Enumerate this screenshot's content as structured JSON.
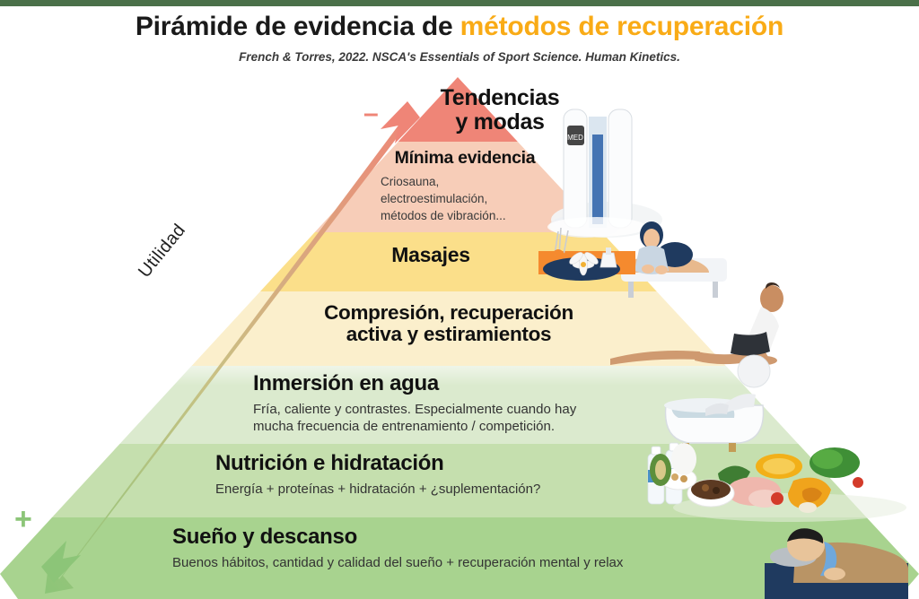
{
  "header": {
    "title_main": "Pirámide de evidencia de ",
    "title_highlight": "métodos de recuperación",
    "subtitle": "French & Torres, 2022. NSCA's Essentials of Sport Science. Human Kinetics."
  },
  "axis": {
    "label": "Utilidad",
    "low_sign": "–",
    "high_sign": "+"
  },
  "colors": {
    "topbar": "#4b7049",
    "title_text": "#1a1a1a",
    "title_accent": "#f9ab16",
    "apex": "#ef8577",
    "band_minima": "#f7cdb8",
    "band_masajes": "#fbdf8a",
    "band_compresion": "#fbefcc",
    "band_inmersion": "#dbeace",
    "band_nutricion": "#c5dfae",
    "band_sueno": "#a8d38f",
    "arrow_bottom": "#8cc578",
    "arrow_top": "#ef8577"
  },
  "pyramid": {
    "levels": [
      {
        "id": "tendencias",
        "heading": "Tendencias\ny modas",
        "heading_line1": "Tendencias",
        "heading_line2": "y modas",
        "subtext": "",
        "fill": "#ef8577",
        "image": "cryosauna-chamber-photo"
      },
      {
        "id": "minima-evidencia",
        "heading": "Mínima evidencia",
        "subtext": "Criosauna,\nelectroestimulación,\nmétodos de vibración...",
        "subtext_line1": "Criosauna,",
        "subtext_line2": "electroestimulación,",
        "subtext_line3": "métodos de vibración...",
        "fill": "#f7cdb8",
        "image": "cryosauna-chamber-photo"
      },
      {
        "id": "masajes",
        "heading": "Masajes",
        "subtext": "",
        "fill": "#fbdf8a",
        "image": "massage-therapist-illustration"
      },
      {
        "id": "compresion",
        "heading": "Compresión, recuperación\nactiva y estiramientos",
        "heading_line1": "Compresión, recuperación",
        "heading_line2": "activa y estiramientos",
        "subtext": "",
        "fill": "#fbefcc",
        "image": "stretching-cobra-pose-photo"
      },
      {
        "id": "inmersion-en-agua",
        "heading": "Inmersión en agua",
        "subtext": "Fría, caliente y contrastes. Especialmente cuando hay\nmucha frecuencia de entrenamiento / competición.",
        "subtext_line1": "Fría, caliente y contrastes. Especialmente cuando hay",
        "subtext_line2": "mucha frecuencia de entrenamiento / competición.",
        "fill": "#dbeace",
        "image": "bathtub-figure-illustration"
      },
      {
        "id": "nutricion-e-hidratacion",
        "heading": "Nutrición e hidratación",
        "subtext": "Energía + proteínas + hidratación + ¿suplementación?",
        "subtext_line1": "Energía + proteínas + hidratación + ¿suplementación?",
        "fill": "#c5dfae",
        "image": "healthy-food-and-water-photo"
      },
      {
        "id": "sueno-y-descanso",
        "heading": "Sueño y descanso",
        "subtext": "Buenos hábitos, cantidad y calidad del sueño + recuperación mental y relax",
        "subtext_line1": "Buenos hábitos, cantidad y calidad del sueño + recuperación mental y relax",
        "fill": "#a8d38f",
        "image": "sleeping-person-illustration"
      }
    ]
  }
}
